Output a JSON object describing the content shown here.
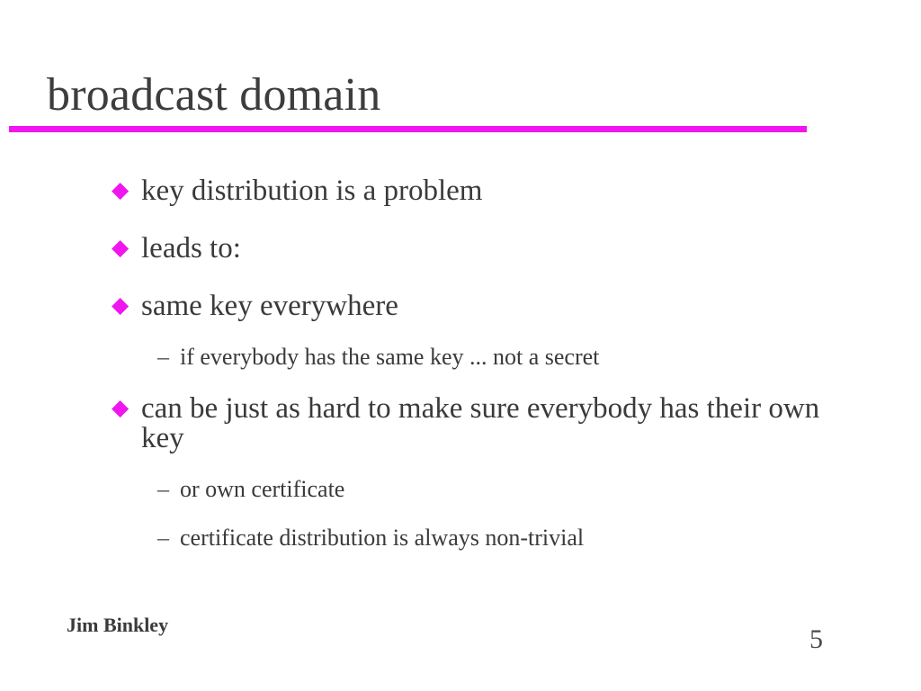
{
  "slide": {
    "title": "broadcast domain",
    "accent_color": "#ef16ef",
    "text_color": "#3a3a3a",
    "background_color": "#ffffff",
    "bullet_marker_level1": "◆",
    "bullet_marker_level2": "–",
    "content": [
      {
        "level": 1,
        "text": "key distribution is a problem"
      },
      {
        "level": 1,
        "text": "leads to:"
      },
      {
        "level": 1,
        "text": "same key everywhere"
      },
      {
        "level": 2,
        "text": "if everybody has the same key ... not a secret"
      },
      {
        "level": 1,
        "text": "can be just as hard to make sure everybody has their own key"
      },
      {
        "level": 2,
        "text": "or own certificate"
      },
      {
        "level": 2,
        "text": "certificate distribution is always non-trivial"
      }
    ]
  },
  "footer": {
    "author": "Jim Binkley",
    "page_number": "5"
  }
}
